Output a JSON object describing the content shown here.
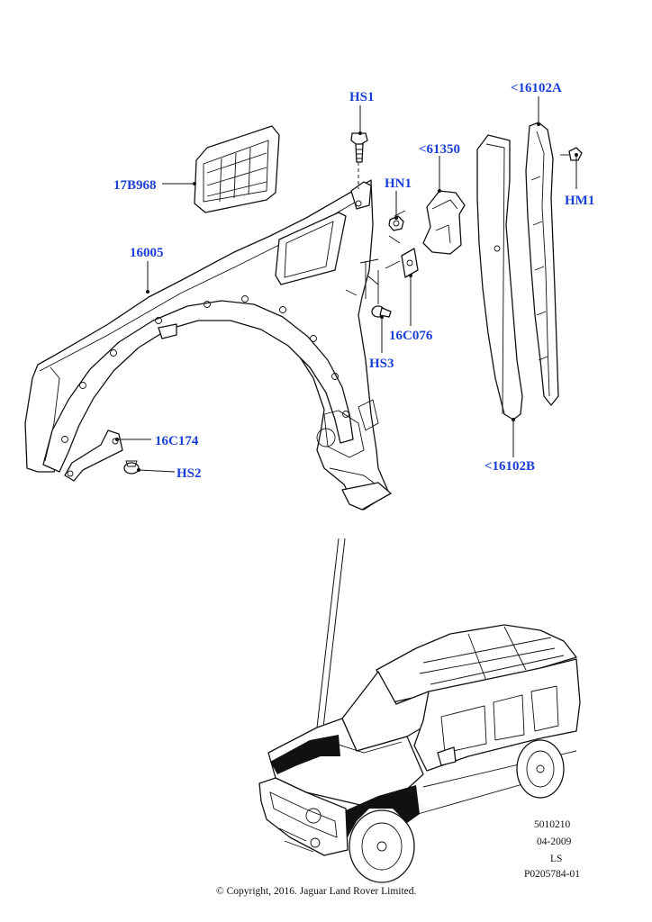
{
  "callouts": {
    "hs1": "HS1",
    "hn1": "HN1",
    "p61350": "<61350",
    "p16102a": "<16102A",
    "hm1": "HM1",
    "p17b968": "17B968",
    "p16005": "16005",
    "p16c076": "16C076",
    "hs3": "HS3",
    "p16c174": "16C174",
    "hs2": "HS2",
    "p16102b": "<16102B"
  },
  "meta": {
    "code": "5010210",
    "date": "04-2009",
    "ls": "LS",
    "ref": "P0205784-01"
  },
  "copyright": "© Copyright, 2016. Jaguar Land Rover Limited.",
  "colors": {
    "callout": "#1a3fd6",
    "line": "#111111"
  }
}
